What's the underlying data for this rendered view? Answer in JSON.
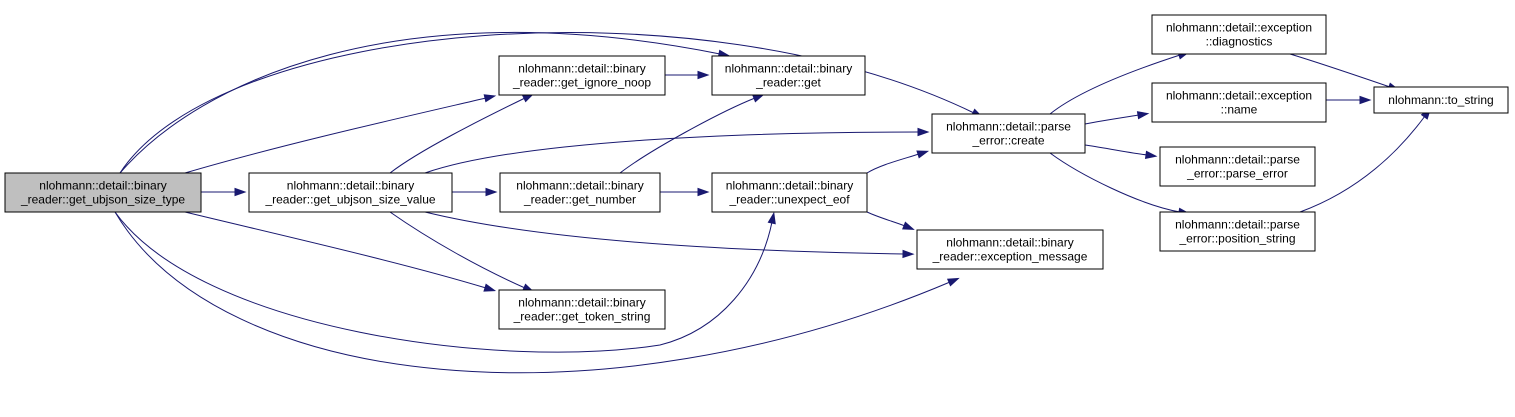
{
  "colors": {
    "edge": "#191970",
    "root_fill": "#bfbfbf",
    "node_fill": "#ffffff",
    "node_border": "#000000"
  },
  "nodes": [
    {
      "id": "n0",
      "lines": [
        "nlohmann::detail::binary",
        "_reader::get_ubjson_size_type"
      ],
      "root": true
    },
    {
      "id": "n1",
      "lines": [
        "nlohmann::detail::binary",
        "_reader::get_ignore_noop"
      ]
    },
    {
      "id": "n2",
      "lines": [
        "nlohmann::detail::binary",
        "_reader::get"
      ]
    },
    {
      "id": "n3",
      "lines": [
        "nlohmann::detail::binary",
        "_reader::get_ubjson_size_value"
      ]
    },
    {
      "id": "n4",
      "lines": [
        "nlohmann::detail::binary",
        "_reader::get_number"
      ]
    },
    {
      "id": "n5",
      "lines": [
        "nlohmann::detail::binary",
        "_reader::unexpect_eof"
      ]
    },
    {
      "id": "n6",
      "lines": [
        "nlohmann::detail::parse",
        "_error::create"
      ]
    },
    {
      "id": "n7",
      "lines": [
        "nlohmann::detail::exception",
        "::diagnostics"
      ]
    },
    {
      "id": "n8",
      "lines": [
        "nlohmann::detail::exception",
        "::name"
      ]
    },
    {
      "id": "n9",
      "lines": [
        "nlohmann::detail::parse",
        "_error::parse_error"
      ]
    },
    {
      "id": "n10",
      "lines": [
        "nlohmann::detail::parse",
        "_error::position_string"
      ]
    },
    {
      "id": "n11",
      "lines": [
        "nlohmann::to_string"
      ]
    },
    {
      "id": "n12",
      "lines": [
        "nlohmann::detail::binary",
        "_reader::exception_message"
      ]
    },
    {
      "id": "n13",
      "lines": [
        "nlohmann::detail::binary",
        "_reader::get_token_string"
      ]
    }
  ],
  "edges": [
    [
      "n0",
      "n1"
    ],
    [
      "n0",
      "n2"
    ],
    [
      "n0",
      "n3"
    ],
    [
      "n0",
      "n6"
    ],
    [
      "n0",
      "n5"
    ],
    [
      "n0",
      "n12"
    ],
    [
      "n0",
      "n13"
    ],
    [
      "n1",
      "n2"
    ],
    [
      "n3",
      "n1"
    ],
    [
      "n3",
      "n4"
    ],
    [
      "n3",
      "n6"
    ],
    [
      "n3",
      "n12"
    ],
    [
      "n3",
      "n13"
    ],
    [
      "n4",
      "n2"
    ],
    [
      "n4",
      "n5"
    ],
    [
      "n5",
      "n6"
    ],
    [
      "n5",
      "n12"
    ],
    [
      "n6",
      "n7"
    ],
    [
      "n6",
      "n8"
    ],
    [
      "n6",
      "n9"
    ],
    [
      "n6",
      "n10"
    ],
    [
      "n7",
      "n11"
    ],
    [
      "n8",
      "n11"
    ],
    [
      "n10",
      "n11"
    ]
  ]
}
